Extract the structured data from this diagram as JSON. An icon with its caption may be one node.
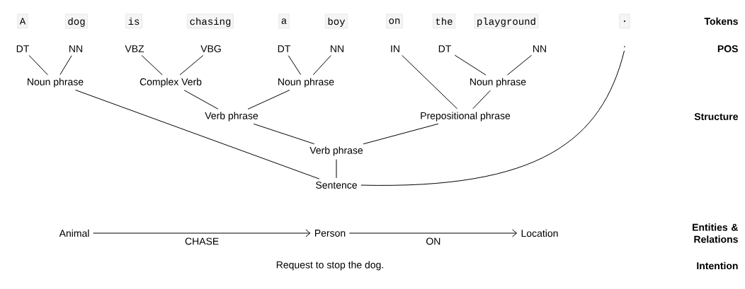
{
  "diagram": {
    "nodes": [
      {
        "text": [
          "A"
        ]
      },
      {
        "text": [
          "dog"
        ]
      },
      {
        "text": [
          "is"
        ]
      },
      {
        "text": [
          "chasing"
        ]
      },
      {
        "text": [
          "a"
        ]
      },
      {
        "text": [
          "boy"
        ]
      },
      {
        "text": [
          "on"
        ]
      },
      {
        "text": [
          "the"
        ]
      },
      {
        "text": [
          "playground"
        ]
      },
      {
        "text": [
          "."
        ]
      },
      {
        "text": [
          "DT"
        ]
      },
      {
        "text": [
          "NN"
        ]
      },
      {
        "text": [
          "VBZ"
        ]
      },
      {
        "text": [
          "VBG"
        ]
      },
      {
        "text": [
          "DT"
        ]
      },
      {
        "text": [
          "NN"
        ]
      },
      {
        "text": [
          "IN"
        ]
      },
      {
        "text": [
          "DT"
        ]
      },
      {
        "text": [
          "NN"
        ]
      },
      {
        "text": [
          "."
        ]
      },
      {
        "text": [
          "Noun phrase"
        ]
      },
      {
        "text": [
          "Complex Verb"
        ]
      },
      {
        "text": [
          "Noun phrase"
        ]
      },
      {
        "text": [
          "Noun phrase"
        ]
      },
      {
        "text": [
          "Verb phrase"
        ]
      },
      {
        "text": [
          "Prepositional phrase"
        ]
      },
      {
        "text": [
          "Verb phrase"
        ]
      },
      {
        "text": [
          "Sentence"
        ]
      },
      {
        "text": [
          "Animal"
        ]
      },
      {
        "text": [
          "Person"
        ]
      },
      {
        "text": [
          "Location"
        ]
      }
    ],
    "edges": [
      {
        "from": 10,
        "to": 20,
        "arrow": "none"
      },
      {
        "from": 11,
        "to": 20,
        "arrow": "none"
      },
      {
        "from": 12,
        "to": 21,
        "arrow": "none"
      },
      {
        "from": 13,
        "to": 21,
        "arrow": "none"
      },
      {
        "from": 14,
        "to": 22,
        "arrow": "none"
      },
      {
        "from": 15,
        "to": 22,
        "arrow": "none"
      },
      {
        "from": 17,
        "to": 23,
        "arrow": "none"
      },
      {
        "from": 18,
        "to": 23,
        "arrow": "none"
      },
      {
        "from": 16,
        "to": 25,
        "arrow": "none"
      },
      {
        "from": 23,
        "to": 25,
        "arrow": "none"
      },
      {
        "from": 21,
        "to": 24,
        "arrow": "none"
      },
      {
        "from": 22,
        "to": 24,
        "arrow": "none"
      },
      {
        "from": 24,
        "to": 26,
        "arrow": "none"
      },
      {
        "from": 25,
        "to": 26,
        "arrow": "none"
      },
      {
        "from": 26,
        "to": 27,
        "arrow": "none"
      },
      {
        "from": 20,
        "to": 27,
        "arrow": "none"
      },
      {
        "from": 19,
        "to": 27,
        "arrow": "none"
      },
      {
        "from": 28,
        "to": 29,
        "arrow": "to",
        "label": "CHASE"
      },
      {
        "from": 29,
        "to": 30,
        "arrow": "to",
        "label": "ON"
      }
    ],
    "labels": [
      "Tokens",
      "POS",
      "Structure",
      "Entities & Relations",
      "Request to stop the dog.",
      "Intention"
    ]
  }
}
